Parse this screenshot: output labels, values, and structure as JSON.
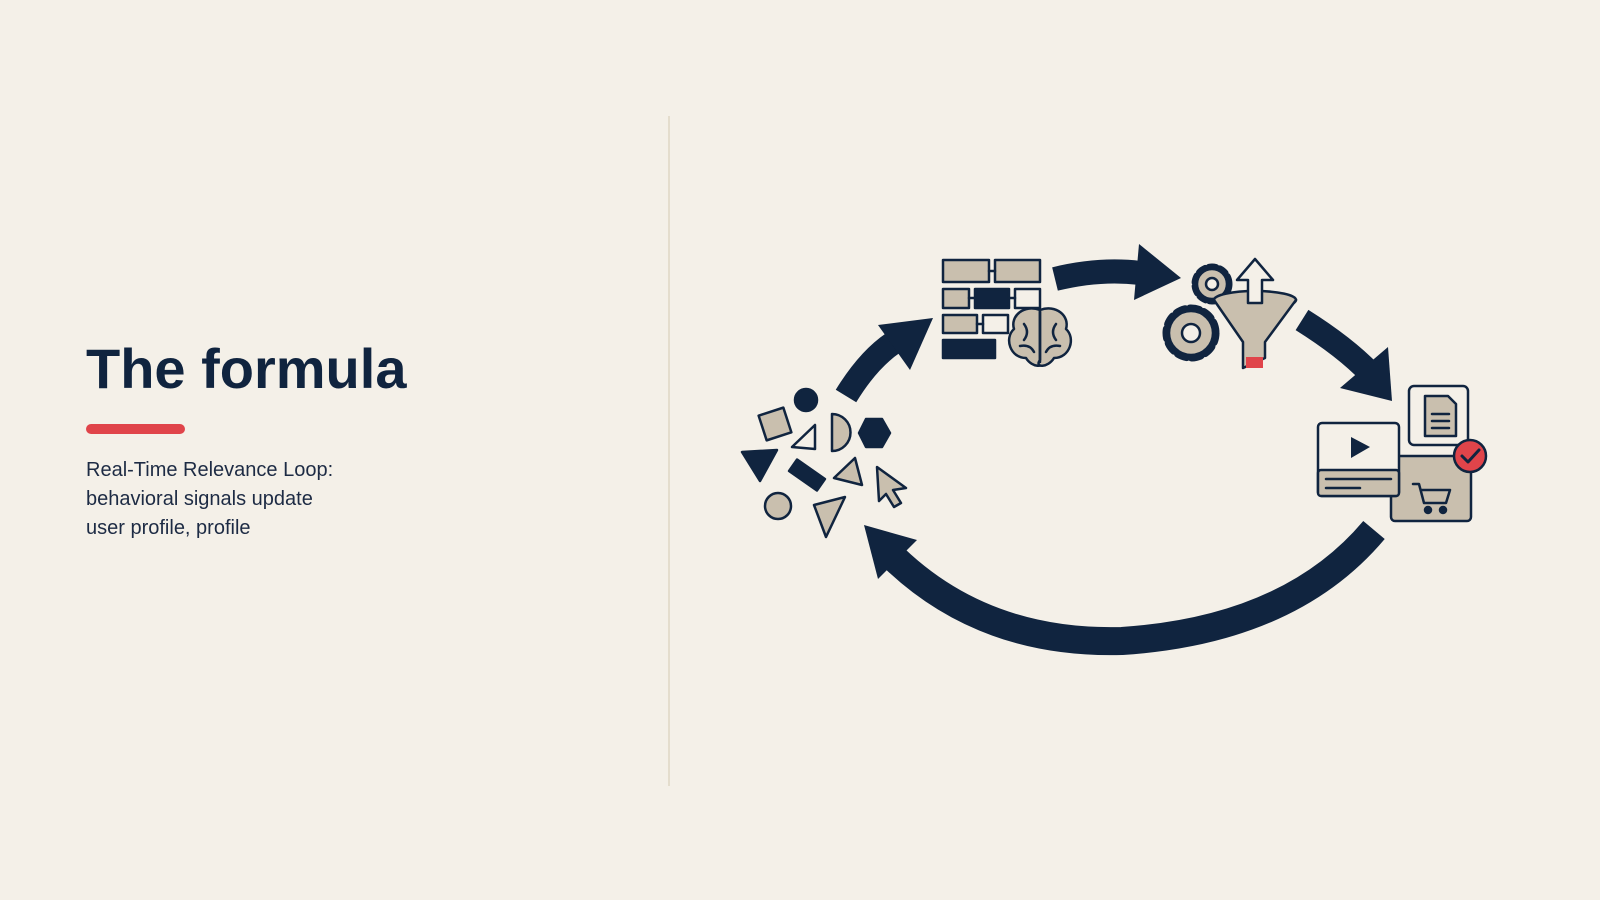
{
  "slide": {
    "title": "The formula",
    "subtitle_lines": [
      "Real-Time Relevance Loop:",
      "behavioral signals update",
      "user profile, profile"
    ]
  },
  "colors": {
    "background": "#f4f0e8",
    "navy": "#10243f",
    "accent_red": "#e0444a",
    "icon_fill": "#c9bfae",
    "divider": "#e4ddcd"
  },
  "diagram": {
    "type": "cycle",
    "stages": [
      {
        "id": "signals",
        "icon": "scattered-shapes-cursor-icon"
      },
      {
        "id": "profile",
        "icon": "data-grid-brain-icon"
      },
      {
        "id": "ranking",
        "icon": "gears-funnel-icon"
      },
      {
        "id": "content",
        "icon": "content-cards-icon"
      }
    ],
    "arrows": [
      "signals->profile",
      "profile->ranking",
      "ranking->content",
      "content->signals"
    ]
  }
}
